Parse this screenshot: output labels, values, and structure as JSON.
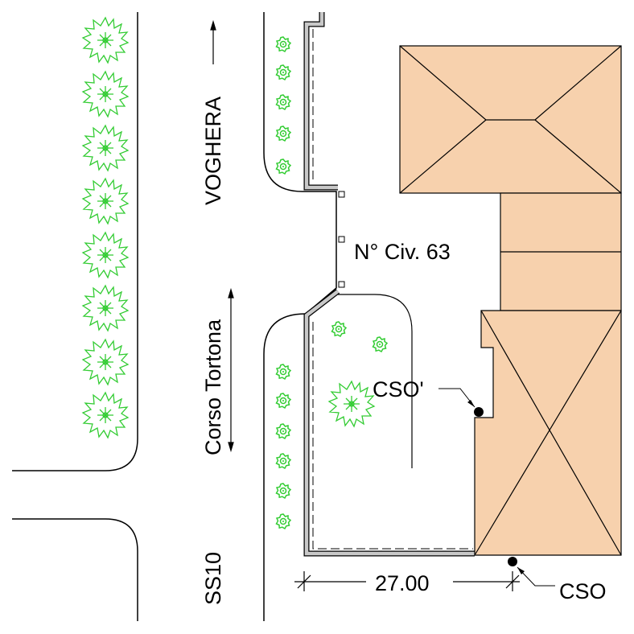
{
  "labels": {
    "voghera": "VOGHERA",
    "corso_tortona": "Corso Tortona",
    "ss10": "SS10",
    "civic_number": "N° Civ. 63",
    "cso_prime": "CSO'",
    "cso": "CSO",
    "dimension": "27.00"
  },
  "colors": {
    "building": "#f7d1ad",
    "tree": "#33cc33",
    "line": "#000000",
    "wall": "#c8c8c8"
  },
  "icons": {
    "tree": "tree-icon",
    "shrub": "shrub-icon",
    "arrow": "arrow-icon",
    "point": "survey-point-icon"
  }
}
